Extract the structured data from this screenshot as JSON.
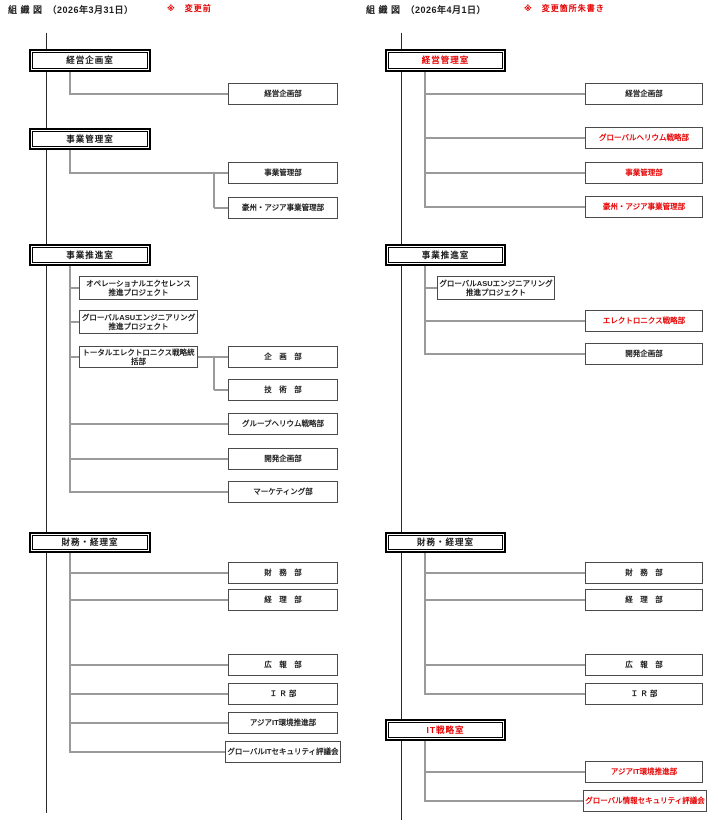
{
  "page": {
    "accent_red": "#e60000",
    "background": "#ffffff"
  },
  "headers": {
    "before": {
      "title": "組 織 図　（2026年3月31日）",
      "note": "※　変更前"
    },
    "after": {
      "title": "組 織 図　（2026年4月1日）",
      "note": "※　変更箇所朱書き"
    }
  },
  "charts": {
    "before": {
      "name": "organization-chart-before-change",
      "nodes": [
        {
          "id": "room-keiei-kikaku",
          "label": "経営企画室",
          "kind": "room",
          "red": false
        },
        {
          "id": "dept-keiei-kikaku-bu",
          "label": "経営企画部",
          "kind": "dept",
          "red": false
        },
        {
          "id": "room-jigyo-kanri",
          "label": "事業管理室",
          "kind": "room",
          "red": false
        },
        {
          "id": "dept-jigyo-kanri-bu",
          "label": "事業管理部",
          "kind": "dept",
          "red": false
        },
        {
          "id": "dept-goshu-asia",
          "label": "豪州・アジア事業管理部",
          "kind": "dept",
          "red": false
        },
        {
          "id": "room-jigyo-suishin",
          "label": "事業推進室",
          "kind": "room",
          "red": false
        },
        {
          "id": "proj-operational-excellence",
          "label": "オペレーショナルエクセレンス\n推進プロジェクト",
          "kind": "project",
          "red": false
        },
        {
          "id": "proj-global-asu",
          "label": "グローバルASUエンジニアリング\n推進プロジェクト",
          "kind": "project",
          "red": false
        },
        {
          "id": "dept-total-electronics",
          "label": "トータルエレクトロニクス戦略統括部",
          "kind": "project",
          "red": false
        },
        {
          "id": "dept-kikaku",
          "label": "企　画　部",
          "kind": "dept",
          "red": false
        },
        {
          "id": "dept-gijutsu",
          "label": "技　術　部",
          "kind": "dept",
          "red": false
        },
        {
          "id": "dept-group-helium",
          "label": "グループヘリウム戦略部",
          "kind": "dept",
          "red": false
        },
        {
          "id": "dept-kaihatsu-kikaku",
          "label": "開発企画部",
          "kind": "dept",
          "red": false
        },
        {
          "id": "dept-marketing",
          "label": "マーケティング部",
          "kind": "dept",
          "red": false
        },
        {
          "id": "room-zaimu-keiri",
          "label": "財務・経理室",
          "kind": "room",
          "red": false
        },
        {
          "id": "dept-zaimu",
          "label": "財　務　部",
          "kind": "dept",
          "red": false
        },
        {
          "id": "dept-keiri",
          "label": "経　理　部",
          "kind": "dept",
          "red": false
        },
        {
          "id": "dept-koho",
          "label": "広　報　部",
          "kind": "dept",
          "red": false
        },
        {
          "id": "dept-ir",
          "label": "Ｉ Ｒ 部",
          "kind": "dept",
          "red": false
        },
        {
          "id": "dept-asia-it",
          "label": "アジアIT環境推進部",
          "kind": "dept",
          "red": false
        },
        {
          "id": "dept-global-it-security",
          "label": "グローバルITセキュリティ評議会",
          "kind": "dept",
          "red": false
        }
      ]
    },
    "after": {
      "name": "organization-chart-after-change",
      "nodes": [
        {
          "id": "room-keiei-kanri",
          "label": "経営管理室",
          "kind": "room",
          "red": true
        },
        {
          "id": "dept-keiei-kikaku-bu",
          "label": "経営企画部",
          "kind": "dept",
          "red": false
        },
        {
          "id": "dept-global-helium",
          "label": "グローバルヘリウム戦略部",
          "kind": "dept",
          "red": true
        },
        {
          "id": "dept-jigyo-kanri-bu",
          "label": "事業管理部",
          "kind": "dept",
          "red": true
        },
        {
          "id": "dept-goshu-asia",
          "label": "豪州・アジア事業管理部",
          "kind": "dept",
          "red": true
        },
        {
          "id": "room-jigyo-suishin",
          "label": "事業推進室",
          "kind": "room",
          "red": false
        },
        {
          "id": "proj-global-asu",
          "label": "グローバルASUエンジニアリング\n推進プロジェクト",
          "kind": "project",
          "red": false
        },
        {
          "id": "dept-electronics-senryaku",
          "label": "エレクトロニクス戦略部",
          "kind": "dept",
          "red": true
        },
        {
          "id": "dept-kaihatsu-kikaku",
          "label": "開発企画部",
          "kind": "dept",
          "red": false
        },
        {
          "id": "room-zaimu-keiri",
          "label": "財務・経理室",
          "kind": "room",
          "red": false
        },
        {
          "id": "dept-zaimu",
          "label": "財　務　部",
          "kind": "dept",
          "red": false
        },
        {
          "id": "dept-keiri",
          "label": "経　理　部",
          "kind": "dept",
          "red": false
        },
        {
          "id": "dept-koho",
          "label": "広　報　部",
          "kind": "dept",
          "red": false
        },
        {
          "id": "dept-ir",
          "label": "Ｉ Ｒ 部",
          "kind": "dept",
          "red": false
        },
        {
          "id": "room-it-senryaku",
          "label": "IT戦略室",
          "kind": "room",
          "red": true
        },
        {
          "id": "dept-asia-it",
          "label": "アジアIT環境推進部",
          "kind": "dept",
          "red": true
        },
        {
          "id": "dept-global-info-security",
          "label": "グローバル情報セキュリティ評議会",
          "kind": "dept",
          "red": true
        }
      ]
    }
  }
}
